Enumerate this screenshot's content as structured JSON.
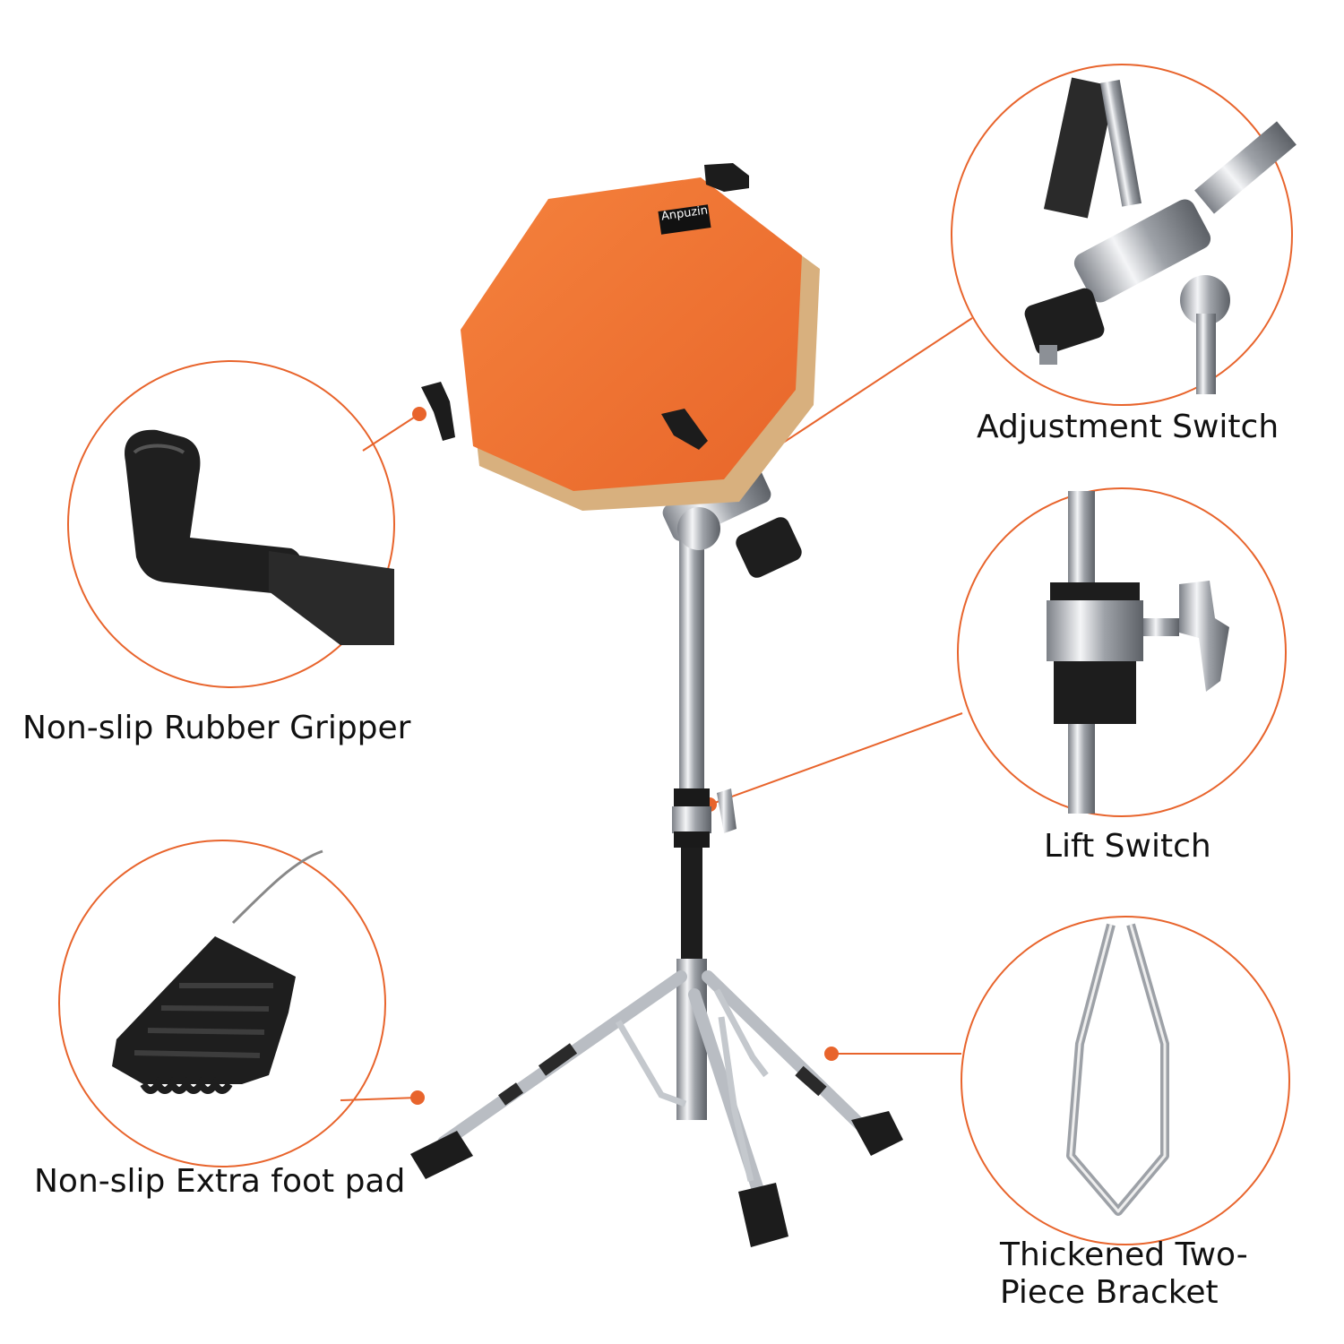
{
  "brand": {
    "logo_text": "Anpuzin"
  },
  "callouts": {
    "gripper": "Non-slip Rubber Gripper",
    "foot_pad": "Non-slip Extra foot pad",
    "adjustment": "Adjustment Switch",
    "lift": "Lift Switch",
    "bracket_line1": "Thickened Two-",
    "bracket_line2": "Piece Bracket"
  },
  "colors": {
    "accent": "#e8642c",
    "pad_orange": "#f0722e",
    "wood": "#d8b07e",
    "chrome": "#b8bcc2",
    "rubber": "#1c1c1c"
  }
}
